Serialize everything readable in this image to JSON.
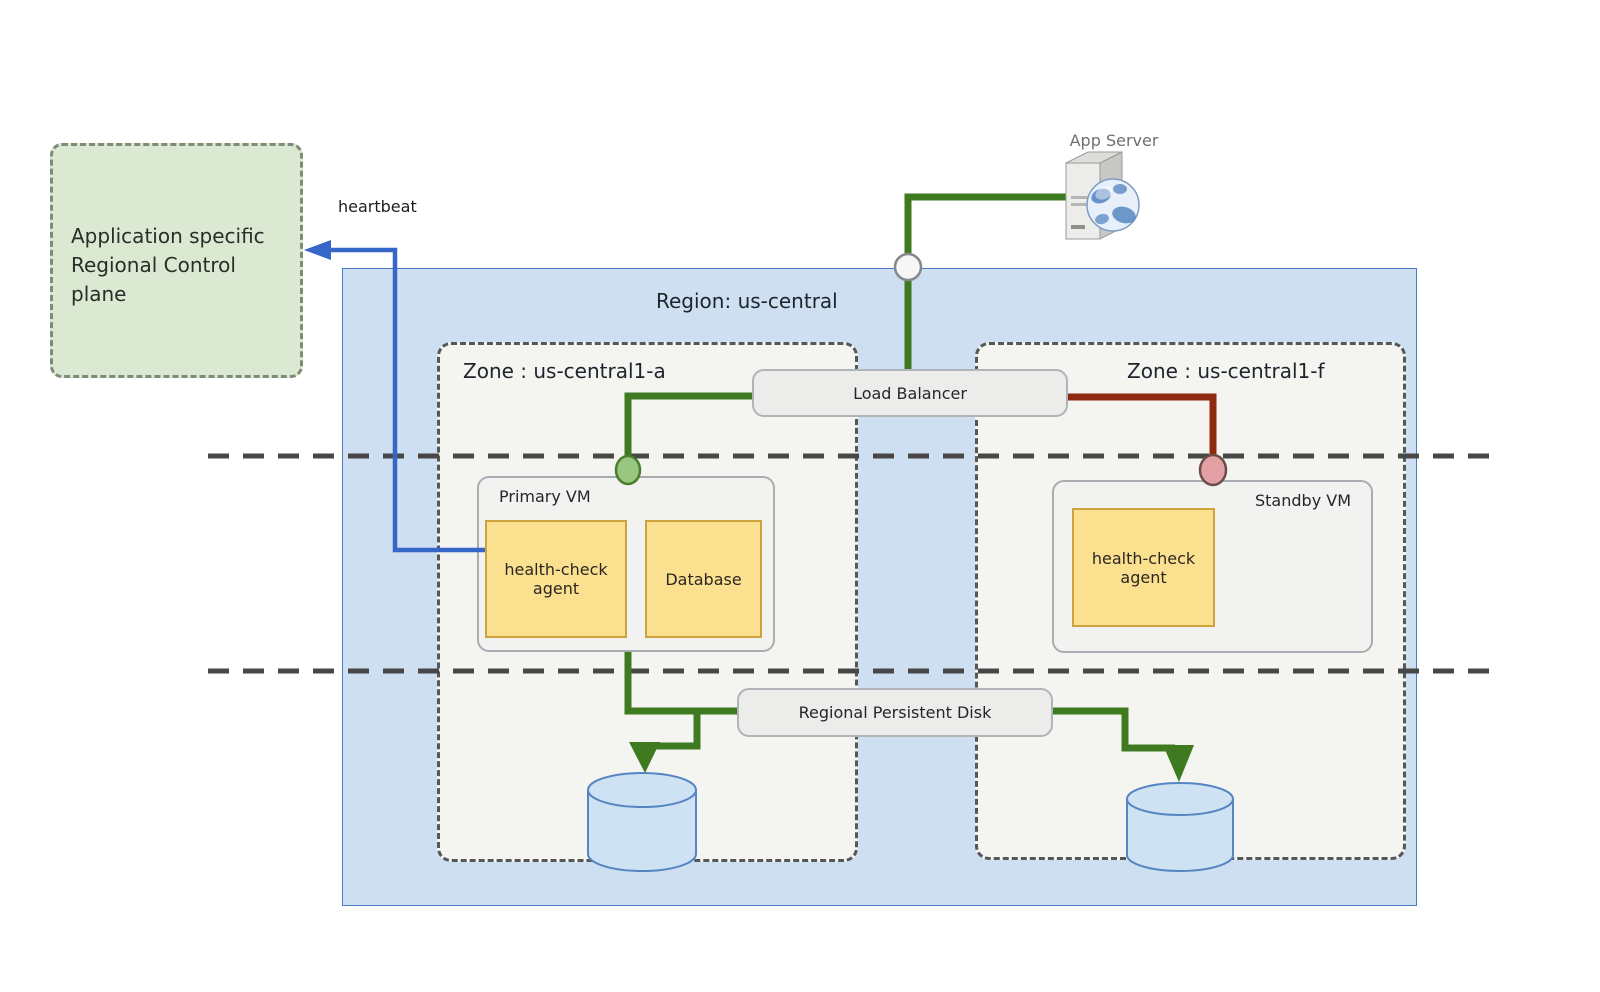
{
  "control_plane": {
    "lines": [
      "Application specific",
      "Regional Control",
      "plane"
    ]
  },
  "heartbeat": {
    "label": "heartbeat"
  },
  "app_server": {
    "label": "App Server"
  },
  "region": {
    "label": "Region: us-central"
  },
  "zone_a": {
    "label": "Zone : us-central1-a"
  },
  "zone_f": {
    "label": "Zone : us-central1-f"
  },
  "load_balancer": {
    "label": "Load Balancer"
  },
  "primary_vm": {
    "label": "Primary VM",
    "health_check_agent": "health-check agent",
    "database": "Database"
  },
  "standby_vm": {
    "label": "Standby VM",
    "health_check_agent": "health-check agent"
  },
  "regional_persistent_disk": {
    "label": "Regional Persistent Disk"
  },
  "colors": {
    "region_fill": "#cddff0",
    "region_border": "#4a7cc7",
    "zone_fill": "#f4f4f1",
    "zone_border": "#55585a",
    "control_plane_fill": "#dbe8d2",
    "control_plane_border": "#7e8b76",
    "vm_fill": "#f2f2f0",
    "component_fill": "#fbe18f",
    "component_border": "#cda33e",
    "connector_primary_green": "#3e7a1f",
    "connector_standby_red": "#8e2a10",
    "heartbeat_blue": "#3566c8",
    "primary_node_fill": "#98c57f",
    "standby_node_fill": "#e2a0a4",
    "ingress_node_fill": "#f6f6f4",
    "disk_fill": "#cfe2f3",
    "disk_border": "#5585c2",
    "failover_boundary": "#474747"
  }
}
